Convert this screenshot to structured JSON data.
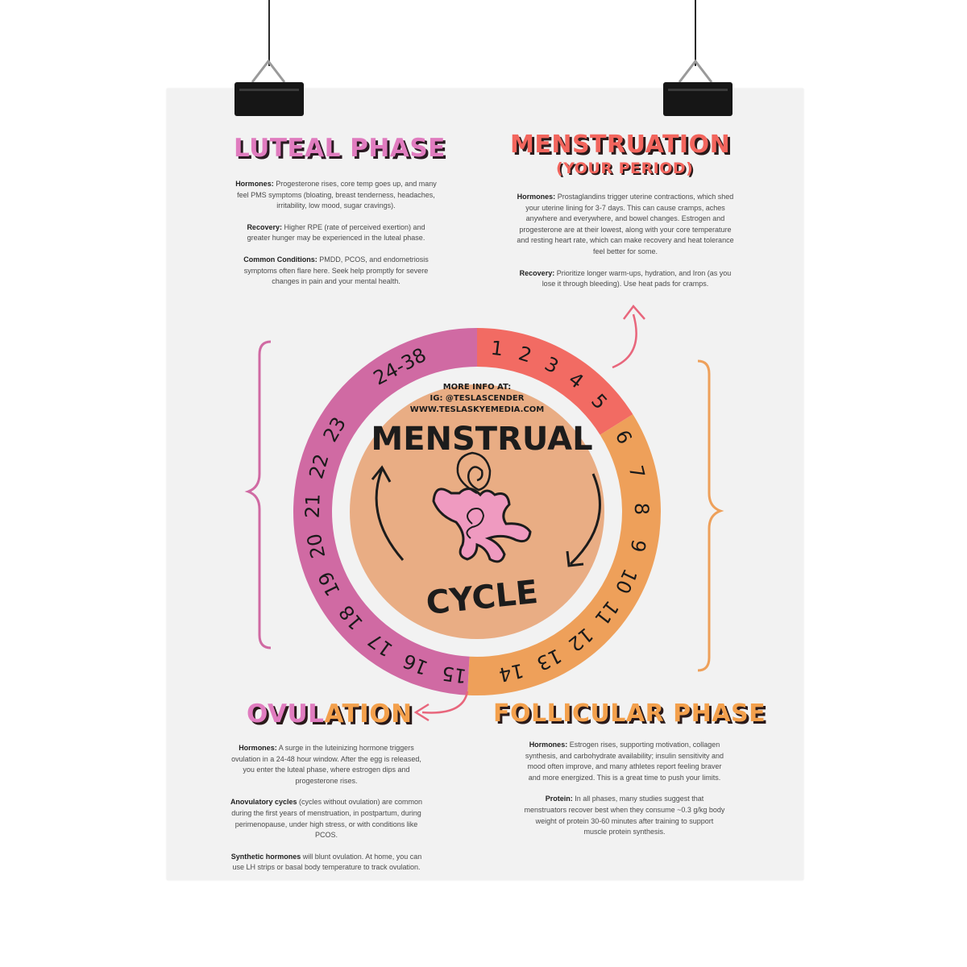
{
  "luteal": {
    "title": "LUTEAL PHASE",
    "p1_label": "Hormones:",
    "p1_text": " Progesterone rises, core temp goes up, and many feel PMS symptoms (bloating, breast tenderness, headaches, irritability, low mood, sugar cravings).",
    "p2_label": "Recovery:",
    "p2_text": " Higher RPE (rate of perceived exertion) and greater hunger may be experienced in the luteal phase.",
    "p3_label": "Common Conditions:",
    "p3_text": " PMDD, PCOS, and endometriosis symptoms often flare here. Seek help promptly for severe changes in pain and your mental health."
  },
  "menstruation": {
    "title": "MENSTRUATION",
    "subtitle": "(YOUR PERIOD)",
    "p1_label": "Hormones:",
    "p1_text": " Prostaglandins trigger uterine contractions, which shed your uterine lining for 3-7 days. This can cause cramps, aches anywhere and everywhere, and bowel changes. Estrogen and progesterone are at their lowest, along with your core temperature and resting heart rate, which can make recovery and heat tolerance feel better for some.",
    "p2_label": "Recovery:",
    "p2_text": " Prioritize longer warm-ups, hydration, and Iron (as you lose it through bleeding). Use heat pads for cramps."
  },
  "ovulation": {
    "title_a": "OVUL",
    "title_b": "ATION",
    "p1_label": "Hormones:",
    "p1_text": " A surge in the luteinizing hormone triggers ovulation in a 24-48 hour window. After the egg is released, you enter the luteal phase, where estrogen dips and progesterone rises.",
    "p2_label": "Anovulatory cycles",
    "p2_text": " (cycles without ovulation) are common during the first years of menstruation, in postpartum, during perimenopause, under high stress, or with conditions like PCOS.",
    "p3_label": "Synthetic hormones",
    "p3_text": " will blunt ovulation. At home, you can use LH strips or basal body temperature to track ovulation."
  },
  "follicular": {
    "title": "FOLLICULAR PHASE",
    "p1_label": "Hormones:",
    "p1_text": " Estrogen rises, supporting motivation, collagen synthesis, and carbohydrate availability; insulin sensitivity and mood often improve, and many athletes report feeling braver and more energized. This is a great time to push your limits.",
    "p2_label": "Protein:",
    "p2_text": " In all phases, many studies suggest that menstruators recover best when they consume ~0.3 g/kg body weight of protein 30-60 minutes after training to support muscle protein synthesis."
  },
  "wheel": {
    "info_line1": "MORE INFO AT:",
    "info_line2": "IG: @TESLASCENDER",
    "info_line3": "WWW.TESLASKYEMEDIA.COM",
    "center_top": "MENSTRUAL",
    "center_bottom": "CYCLE",
    "center_icon": "uterus-icon",
    "days": [
      "1",
      "2",
      "3",
      "4",
      "5",
      "6",
      "7",
      "8",
      "9",
      "10",
      "11",
      "12",
      "13",
      "14",
      "15",
      "16",
      "17",
      "18",
      "19",
      "20",
      "21",
      "22",
      "23",
      "24-38"
    ],
    "colors": {
      "menstruation": "#f26b63",
      "follicular": "#eea05a",
      "luteal": "#d06aa3",
      "center": "#e9ad84",
      "icon": "#ef9ac0"
    }
  }
}
